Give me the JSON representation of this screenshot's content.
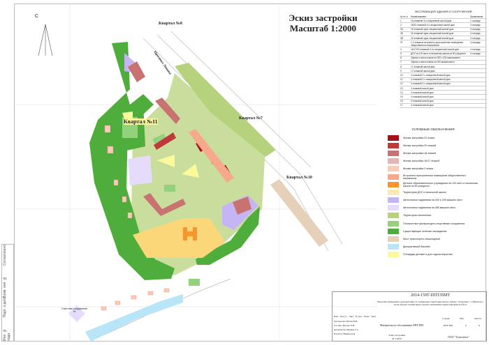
{
  "title": {
    "line1": "Эскиз застройки",
    "line2": "Масштаб 1:2000"
  },
  "north": "С",
  "map_labels": {
    "k8": "Квартал №8",
    "k7": "Квартал №7",
    "k10": "Квартал №10",
    "k11": "Квартал №11",
    "avenue": "Проспект Ленина",
    "treatment": "Очистные сооружения",
    "treatment_no": "7а"
  },
  "side_strip": [
    "Согласовано",
    "Взам. инв. №",
    "Подп. и дата",
    "Инв. № подл."
  ],
  "explication": {
    "title": "ЭКСПЛИКАЦИЯ ЗДАНИЙ И СООРУЖЕНИЙ",
    "headers": [
      "№ по п.",
      "Наименование",
      "Примечание"
    ],
    "rows": [
      [
        "1",
        "16-этажный 3-х секционный жилой дом",
        "1 очередь"
      ],
      [
        "2",
        "18/20-этажный 3-х секционный жилой дом",
        "2 очередь"
      ],
      [
        "3А",
        "22-этажный одно секционный жилой дом",
        "3 очередь"
      ],
      [
        "3Б",
        "22-этажный одно секционный жилой дом",
        "3 очередь"
      ],
      [
        "3В",
        "22-этажный одно секционный жилой дом",
        "3 очередь"
      ],
      [
        "3Г",
        "1-2-этажные встроенно-пристроенные помещения общественного назначения",
        "3 очередь"
      ],
      [
        "4",
        "16/17/20-этажный 6-ти секционный жилой дом",
        "4 очередь"
      ],
      [
        "5",
        "ДОУ на 120 мест и начальная школа на 50 учащихся",
        "4 очередь"
      ],
      [
        "6",
        "Офисы и автостоянка на 300 к 200 машиномест",
        ""
      ],
      [
        "7",
        "Офисы и автостоянка на 200 машиномест",
        ""
      ],
      [
        "8",
        "17-этажный жилой дом",
        ""
      ],
      [
        "9",
        "17-этажный жилой дом",
        ""
      ],
      [
        "10",
        "3-этажный 2-х секционный жилой дом",
        ""
      ],
      [
        "11",
        "3-этажный 2-х секционный жилой дом",
        ""
      ],
      [
        "12",
        "3-этажный 2-х секционный жилой дом",
        ""
      ],
      [
        "13",
        "3-этажный жилой дом",
        ""
      ],
      [
        "14",
        "3-этажный жилой дом",
        ""
      ],
      [
        "15",
        "3-этажный жилой дом",
        ""
      ],
      [
        "16",
        "3-этажный жилой дом",
        ""
      ],
      [
        "17",
        "3-этажный жилой дом",
        ""
      ]
    ]
  },
  "legend": {
    "title": "УСЛОВНЫЕ ОБОЗНАЧЕНИЯ",
    "items": [
      {
        "label": "Жилая застройка 22 этажа",
        "color": "#a3121a"
      },
      {
        "label": "Жилая застройка 20 этажей",
        "color": "#c0393b"
      },
      {
        "label": "Жилая застройка 18 этажей",
        "color": "#c97272"
      },
      {
        "label": "Жилая застройка 16/17 этажей",
        "color": "#e6b5b8"
      },
      {
        "label": "Жилая застройка 3 этажа",
        "color": "#f9cbbb"
      },
      {
        "label": "Встроенно-пристроенные помещения общественного назначения",
        "color": "#f8a88c"
      },
      {
        "label": "Детское образовательное учреждение на 120 мест и начальная школа на 50 учащихся",
        "color": "#f7952e"
      },
      {
        "label": "Территория ДОУ и начальной школы",
        "color": "#fde8b2"
      },
      {
        "label": "Автостоянка надземная на 300 и 200 машино мест",
        "color": "#c6b5f5"
      },
      {
        "label": "Автостоянка подземная на 380 машино мест",
        "color": "#e4dcfa"
      },
      {
        "label": "Территория озеленения",
        "color": "#b6d27c"
      },
      {
        "label": "Плоскостные физкультурно-спортивные сооружения",
        "color": "#92d27c"
      },
      {
        "label": "Существующие зеленые насаждения",
        "color": "#4fae3b"
      },
      {
        "label": "Мост транспортно-пешеходный",
        "color": "#e7d0ba"
      },
      {
        "label": "Декоративный бассейн",
        "color": "#b8e5f8"
      },
      {
        "label": "Площадки детские и для отдыха взрослых",
        "color": "#fbfa9b"
      }
    ]
  },
  "stamp": {
    "code": "2014-159Т-ППТ/ПМТ",
    "description": "Внесение изменений в документацию по планировке территории жилого района \"Заовражье\" г. Обнинска в части проекта планировки и проекта межевания территории квартала №11",
    "headers": [
      "Изм.",
      "Кол.уч.",
      "Лист",
      "№ док.",
      "Подп.",
      "Дата"
    ],
    "people": [
      [
        "Рук.проекта",
        "Бутин В.В."
      ],
      [
        "Гл.спец.",
        "Валова Л.Н"
      ],
      [
        "Архитектор",
        "Ряшина Т.А"
      ],
      [
        "Н.контр.",
        "Никитразов"
      ]
    ],
    "materials": "Материалы по обоснованию ППТ/ПМ",
    "stage_h": "Стадия",
    "sheet_h": "Лист",
    "sheets_h": "Листов",
    "stage": "ППТ/ПМ",
    "sheet": "6",
    "sheets": "6",
    "drawing": "Эскиз застройки",
    "scale": "М 1:2000",
    "org": "ООО \"Технолига\""
  }
}
